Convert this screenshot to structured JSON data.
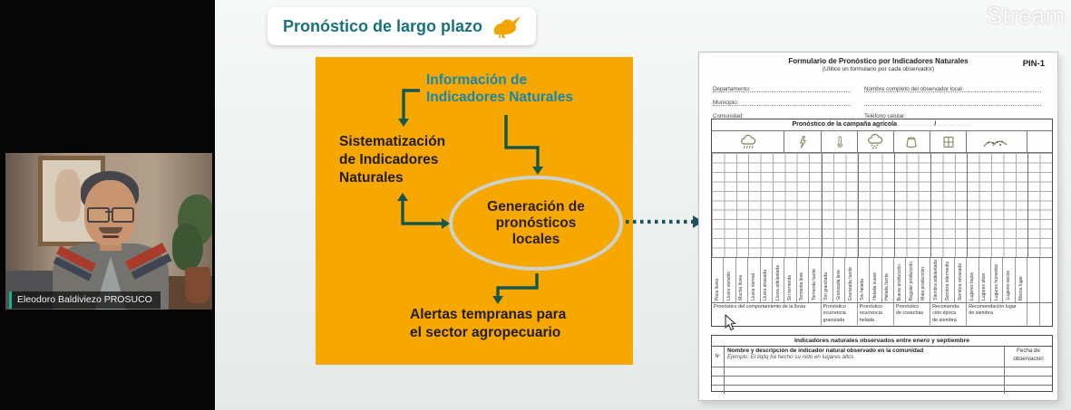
{
  "watermark": "Stream",
  "video": {
    "name_label": "Eleodoro Baldiviezo PROSUCO",
    "accent_color": "#12b48c"
  },
  "banner": {
    "title": "Pronóstico de largo plazo",
    "icon": "bird-icon",
    "accent_color": "#F0A500",
    "text_color": "#19717F"
  },
  "diagram": {
    "box_color": "#F6A800",
    "arrow_color": "#17564E",
    "info_text_color": "#1886AE",
    "nodes": {
      "info": "Información de\nIndicadores Naturales",
      "sistematizacion": "Sistematización\nde Indicadores\nNaturales",
      "generacion": "Generación de\npronósticos\nlocales",
      "alertas": "Alertas tempranas para\nel sector agropecuario"
    }
  },
  "form": {
    "code": "PIN-1",
    "title": "Formulario de Pronóstico por Indicadores Naturales",
    "subtitle": "(Utilice un formulario por cada observador)",
    "fields_left": [
      "Departamento:",
      "Municipio:",
      "Comunidad:"
    ],
    "fields_right": [
      "Nombre completo del observador local",
      "",
      "Teléfono celular:"
    ],
    "campaign": {
      "title": "Pronóstico de la campaña agrícola",
      "blank1": "..............",
      "sep": "/",
      "blank2": ".............."
    },
    "icons": [
      "rain-cloud-icon",
      "lightning-icon",
      "thermometer-icon",
      "hail-cloud-icon",
      "sack-icon",
      "window-grid-icon",
      "sown-hills-icon",
      "empty-cell"
    ],
    "columns": [
      "Poca lluvia",
      "Lluvia variable",
      "Mucha lluvia",
      "Lluvia normal",
      "Lluvia atrasada",
      "Lluvia adelantada",
      "Sin tormenta",
      "Tormenta leve",
      "Tormenta fuerte",
      "Sin granizada",
      "Granizada leve",
      "Granizada fuerte",
      "Sin helada",
      "Helada suave",
      "Helada fuerte",
      "Buena producción",
      "Regular producción",
      "Mala producción",
      "Siembra adelantada",
      "Siembra intermedia",
      "Siembra retrasada",
      "Lugares bajos",
      "Lugares altos",
      "Lugares húmedos",
      "Lugares secos",
      "Mismo lugar",
      "",
      ""
    ],
    "groups": [
      {
        "label": "Pronóstico del comportamiento de la lluvia",
        "span": 9
      },
      {
        "label": "Pronóstico\nocurrencia\ngranizada",
        "span": 3
      },
      {
        "label": "Pronóstico\nocurrencia\nhelada",
        "span": 3
      },
      {
        "label": "Pronóstico\nde cosechas",
        "span": 3
      },
      {
        "label": "Recomenda-\nción época\nde siembra",
        "span": 3
      },
      {
        "label": "Recomendación lugar\nde siembra",
        "span": 5
      },
      {
        "label": "",
        "span": 1
      },
      {
        "label": "",
        "span": 1
      }
    ],
    "observations": {
      "title": "Indicadores naturales observados entre enero y septiembre",
      "num_header": "Nº",
      "desc_header": "Nombre y descripción de indicador natural observado en la comunidad",
      "desc_example": "Ejemplo: El liqliq ha hecho su nido en lugares altos",
      "date_header": "Fecha de\nobservacion"
    }
  }
}
